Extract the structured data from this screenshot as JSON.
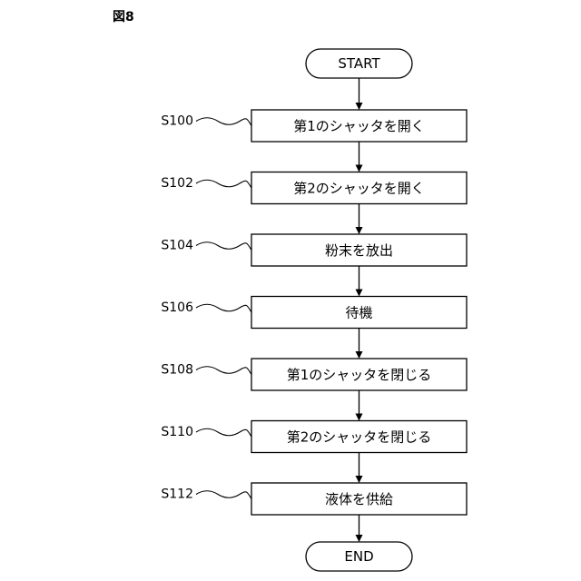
{
  "figure_label": "図8",
  "start_label": "START",
  "end_label": "END",
  "steps": [
    {
      "id": "S100",
      "text": "第1のシャッタを開く"
    },
    {
      "id": "S102",
      "text": "第2のシャッタを開く"
    },
    {
      "id": "S104",
      "text": "粉末を放出"
    },
    {
      "id": "S106",
      "text": "待機"
    },
    {
      "id": "S108",
      "text": "第1のシャッタを閉じる"
    },
    {
      "id": "S110",
      "text": "第2のシャッタを閉じる"
    },
    {
      "id": "S112",
      "text": "液体を供給"
    }
  ]
}
